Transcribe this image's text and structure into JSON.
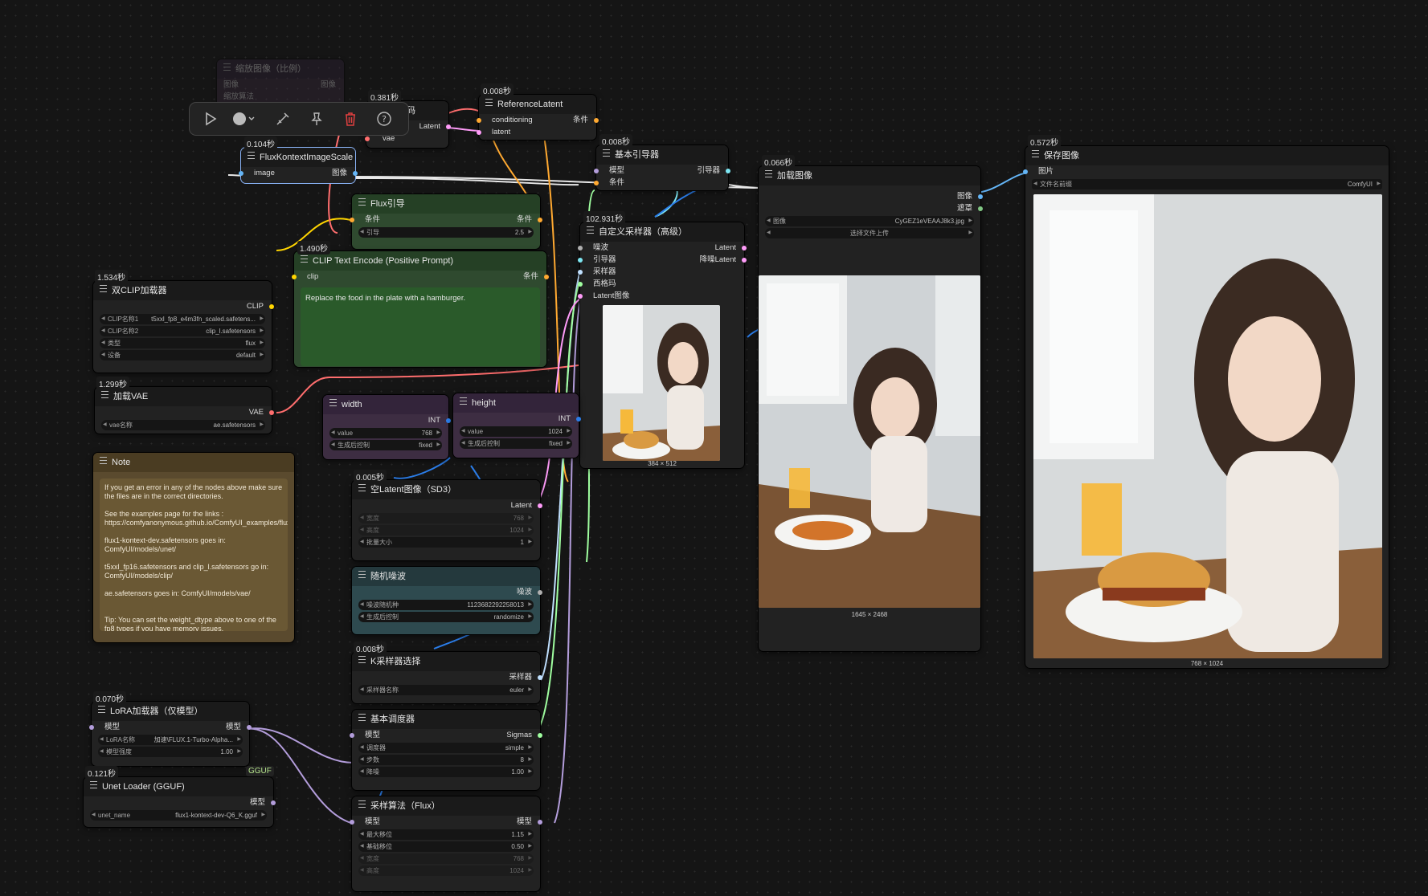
{
  "toolbar": {
    "run_icon": "play-icon",
    "color_icon": "color-circle-icon",
    "bypass_icon": "bypass-wand-icon",
    "pin_icon": "pin-icon",
    "delete_icon": "trash-icon",
    "help_icon": "help-icon",
    "delete_color": "#e04040"
  },
  "ghost_node": {
    "title": "缩放图像（比例）",
    "in": "图像",
    "out": "图像",
    "w": "缩放算法"
  },
  "nodes": {
    "flux_scale": {
      "time": "0.104秒",
      "title": "FluxKontextImageScale",
      "in": "image",
      "out": "图像"
    },
    "vae_decode": {
      "time": "0.381秒",
      "title": "码",
      "in1": "vae",
      "in0": "Latent"
    },
    "ref_latent": {
      "time": "0.008秒",
      "title": "ReferenceLatent",
      "in1": "conditioning",
      "in2": "latent",
      "out": "条件"
    },
    "basic_guider": {
      "time": "0.008秒",
      "title": "基本引导器",
      "in1": "模型",
      "in2": "条件",
      "out": "引导器"
    },
    "load_image": {
      "time": "0.066秒",
      "title": "加载图像",
      "out1": "图像",
      "out2": "遮罩",
      "w_label": "图像",
      "w_value": "CyGEZ1eVEAAJ8k3.jpg",
      "upload": "选择文件上传",
      "cap": "1645 × 2468"
    },
    "save_image": {
      "time": "0.572秒",
      "title": "保存图像",
      "in": "图片",
      "w_label": "文件名前缀",
      "w_value": "ComfyUI",
      "cap": "768 × 1024"
    },
    "flux_guidance": {
      "title": "Flux引导",
      "in": "条件",
      "out": "条件",
      "w_label": "引导",
      "w_value": "2.5"
    },
    "clip_text": {
      "time": "1.490秒",
      "title": "CLIP Text Encode (Positive Prompt)",
      "in": "clip",
      "out": "条件",
      "text": "Replace the food in the plate with a hamburger."
    },
    "sampler_adv": {
      "time": "102.931秒",
      "title": "自定义采样器（高级）",
      "in": [
        "噪波",
        "引导器",
        "采样器",
        "西格玛",
        "Latent图像"
      ],
      "out1": "Latent",
      "out2": "降噪Latent",
      "cap": "384 × 512"
    },
    "dual_clip": {
      "time": "1.534秒",
      "title": "双CLIP加载器",
      "out": "CLIP",
      "widgets": [
        [
          "CLIP名称1",
          "t5xxl_fp8_e4m3fn_scaled.safetens..."
        ],
        [
          "CLIP名称2",
          "clip_l.safetensors"
        ],
        [
          "类型",
          "flux"
        ],
        [
          "设备",
          "default"
        ]
      ]
    },
    "load_vae": {
      "time": "1.299秒",
      "title": "加载VAE",
      "out": "VAE",
      "w_label": "vae名称",
      "w_value": "ae.safetensors"
    },
    "width": {
      "title": "width",
      "out": "INT",
      "widgets": [
        [
          "value",
          "768"
        ],
        [
          "生成后控制",
          "fixed"
        ]
      ]
    },
    "height": {
      "title": "height",
      "out": "INT",
      "widgets": [
        [
          "value",
          "1024"
        ],
        [
          "生成后控制",
          "fixed"
        ]
      ]
    },
    "note": {
      "title": "Note",
      "text": "If you get an error in any of the nodes above make sure the files are in the correct directories.\n\nSee the examples page for the links :\nhttps://comfyanonymous.github.io/ComfyUI_examples/flux/\n\nflux1-kontext-dev.safetensors goes in: ComfyUI/models/unet/\n\nt5xxl_fp16.safetensors and clip_l.safetensors go in: ComfyUI/models/clip/\n\nae.safetensors goes in: ComfyUI/models/vae/\n\n\nTip: You can set the weight_dtype above to one of the fp8 types if you have memory issues."
    },
    "empty_latent": {
      "time": "0.005秒",
      "title": "空Latent图像（SD3）",
      "out": "Latent",
      "widgets": [
        [
          "宽度",
          "768"
        ],
        [
          "高度",
          "1024"
        ],
        [
          "批量大小",
          "1"
        ]
      ]
    },
    "random_noise": {
      "title": "随机噪波",
      "out": "噪波",
      "widgets": [
        [
          "噪波随机种",
          "1123682292258013"
        ],
        [
          "生成后控制",
          "randomize"
        ]
      ]
    },
    "ksampler_select": {
      "time": "0.008秒",
      "title": "K采样器选择",
      "out": "采样器",
      "w_label": "采样器名称",
      "w_value": "euler"
    },
    "basic_sched": {
      "title": "基本调度器",
      "in": "模型",
      "out": "Sigmas",
      "widgets": [
        [
          "调度器",
          "simple"
        ],
        [
          "步数",
          "8"
        ],
        [
          "降噪",
          "1.00"
        ]
      ]
    },
    "model_sampling": {
      "title": "采样算法（Flux）",
      "in": "模型",
      "out": "模型",
      "widgets": [
        [
          "最大移位",
          "1.15"
        ],
        [
          "基础移位",
          "0.50"
        ],
        [
          "宽度",
          "768"
        ],
        [
          "高度",
          "1024"
        ]
      ]
    },
    "lora": {
      "time": "0.070秒",
      "title": "LoRA加载器（仅模型）",
      "in": "模型",
      "out": "模型",
      "widgets": [
        [
          "LoRA名称",
          "加速\\FLUX.1-Turbo-Alpha..."
        ],
        [
          "模型强度",
          "1.00"
        ]
      ]
    },
    "unet": {
      "time": "0.121秒",
      "title": "Unet Loader (GGUF)",
      "badge": "GGUF",
      "out": "模型",
      "w_label": "unet_name",
      "w_value": "flux1-kontext-dev-Q6_K.gguf"
    }
  }
}
